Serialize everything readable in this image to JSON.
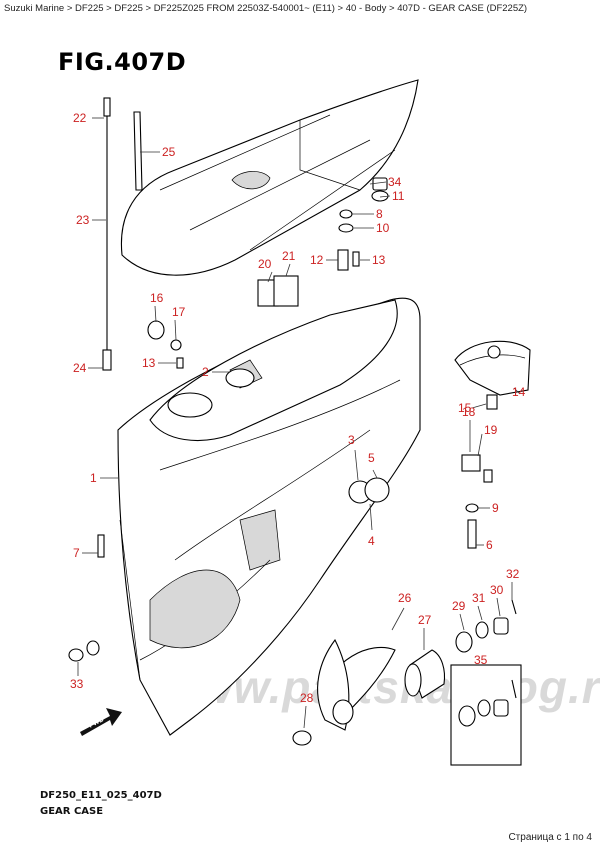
{
  "breadcrumb": "Suzuki Marine > DF225 > DF225 > DF225Z025 FROM 22503Z-540001~ (E11) > 40 - Body > 407D - GEAR CASE (DF225Z)",
  "figure_title": "FIG.407D",
  "diagram_code": "DF250_E11_025_407D",
  "caption": "GEAR CASE",
  "page_info": "Страница с 1 по 4",
  "watermark": "www.partskatalog.ru",
  "fwd_label": "FWD",
  "accent_color": "#cc2222",
  "callouts": [
    "22",
    "25",
    "23",
    "24",
    "16",
    "17",
    "13",
    "2",
    "1",
    "7",
    "33",
    "20",
    "21",
    "12",
    "13",
    "34",
    "11",
    "8",
    "10",
    "15",
    "14",
    "18",
    "19",
    "3",
    "5",
    "4",
    "9",
    "6",
    "32",
    "30",
    "31",
    "29",
    "26",
    "27",
    "35",
    "28"
  ]
}
